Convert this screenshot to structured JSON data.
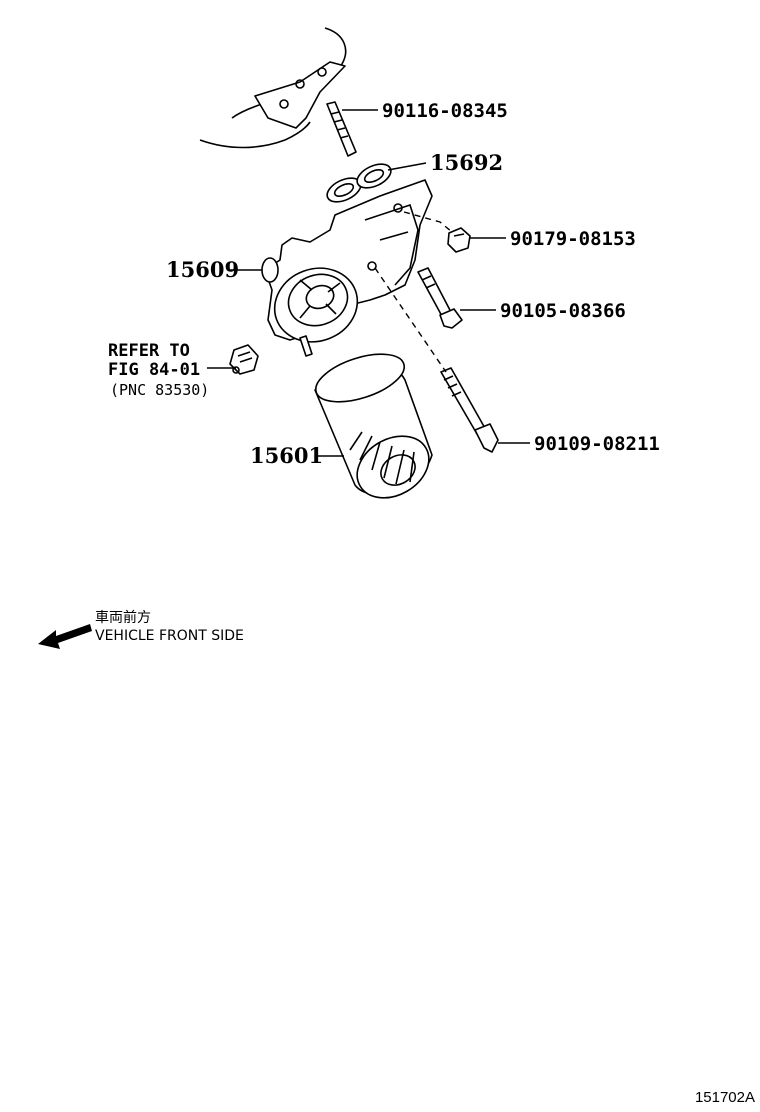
{
  "callouts": {
    "p90116": "90116-08345",
    "p15692": "15692",
    "p90179": "90179-08153",
    "p15609": "15609",
    "p90105": "90105-08366",
    "p90109": "90109-08211",
    "p15601": "15601"
  },
  "reference": {
    "line1": "REFER TO",
    "line2": "FIG 84-01",
    "line3": "(PNC 83530)"
  },
  "front_indicator": {
    "japanese": "車両前方",
    "english": "VEHICLE FRONT SIDE",
    "icon": "left-arrow-icon"
  },
  "figure_number": "151702A"
}
